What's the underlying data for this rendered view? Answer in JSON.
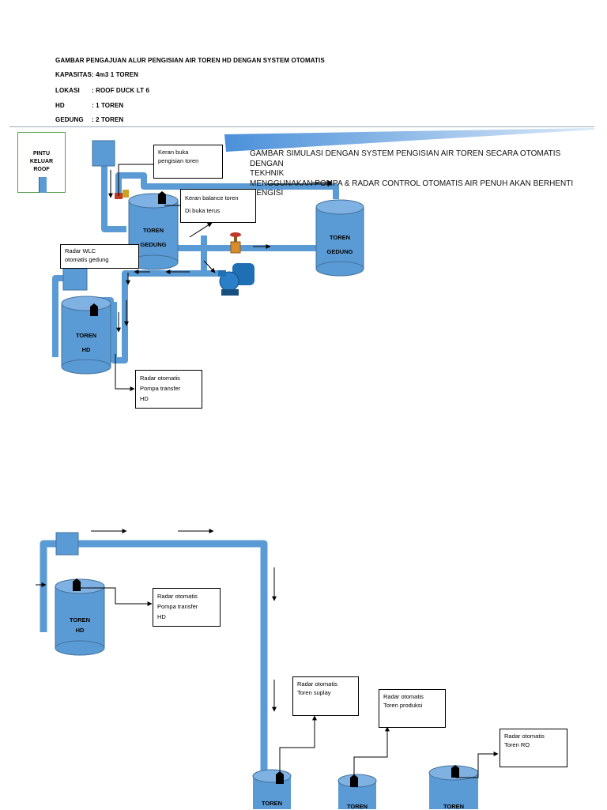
{
  "header": {
    "title": "GAMBAR PENGAJUAN ALUR PENGISIAN AIR TOREN HD DENGAN SYSTEM OTOMATIS",
    "rows": [
      {
        "key": "KAPASITAS",
        "value": ": 4m3 1 TOREN"
      },
      {
        "key": "LOKASI",
        "value": ": ROOF DUCK LT 6"
      },
      {
        "key": "HD",
        "value": ": 1 TOREN"
      },
      {
        "key": "GEDUNG",
        "value": ": 2 TOREN"
      }
    ]
  },
  "simulation_title": {
    "line1": "GAMBAR SIMULASI DENGAN SYSTEM PENGISIAN AIR TOREN SECARA OTOMATIS DENGAN",
    "line2": "TEKHNIK",
    "line3": "MENGGUNAKAN POMPA & RADAR CONTROL  OTOMATIS AIR PENUH AKAN BERHENTI",
    "line4": "MENGISI"
  },
  "door": {
    "line1": "PINTU",
    "line2": "KELUAR",
    "line3": "ROOF"
  },
  "tanks": {
    "gedung1": {
      "line1": "TOREN",
      "line2": "GEDUNG"
    },
    "gedung2": {
      "line1": "TOREN",
      "line2": "GEDUNG"
    },
    "hd1": {
      "line1": "TOREN",
      "line2": "HD"
    },
    "hd2": {
      "line1": "TOREN",
      "line2": "HD"
    },
    "bottom1": {
      "line1": "TOREN"
    },
    "bottom2": {
      "line1": "TOREN"
    },
    "bottom3": {
      "line1": "TOREN"
    }
  },
  "callouts": {
    "keran_buka": {
      "line1": "Keran buka",
      "line2": "pengisian toren"
    },
    "keran_balance": {
      "line1": "Keran balance toren",
      "line2": "Di buka terus"
    },
    "radar_wlc": {
      "line1": "Radar WLC",
      "line2": "otomatis gedung"
    },
    "radar_hd1": {
      "line1": "Radar otomatis",
      "line2": "Pompa transfer",
      "line3": "HD"
    },
    "radar_hd2": {
      "line1": "Radar otomatis",
      "line2": "Pompa transfer",
      "line3": "HD"
    },
    "radar_suplay": {
      "line1": "Radar otomatis",
      "line2": "Toren suplay"
    },
    "radar_produksi": {
      "line1": "Radar otomatis",
      "line2": "Toren produksi"
    },
    "radar_ro": {
      "line1": "Radar otomatis",
      "line2": "Toren RO"
    }
  },
  "colors": {
    "pipe": "#5b9bd5",
    "pipe_edge": "#41719c",
    "tank": "#5b9bd5",
    "valve": "#c0392b",
    "pump": "#1f6fb4"
  }
}
